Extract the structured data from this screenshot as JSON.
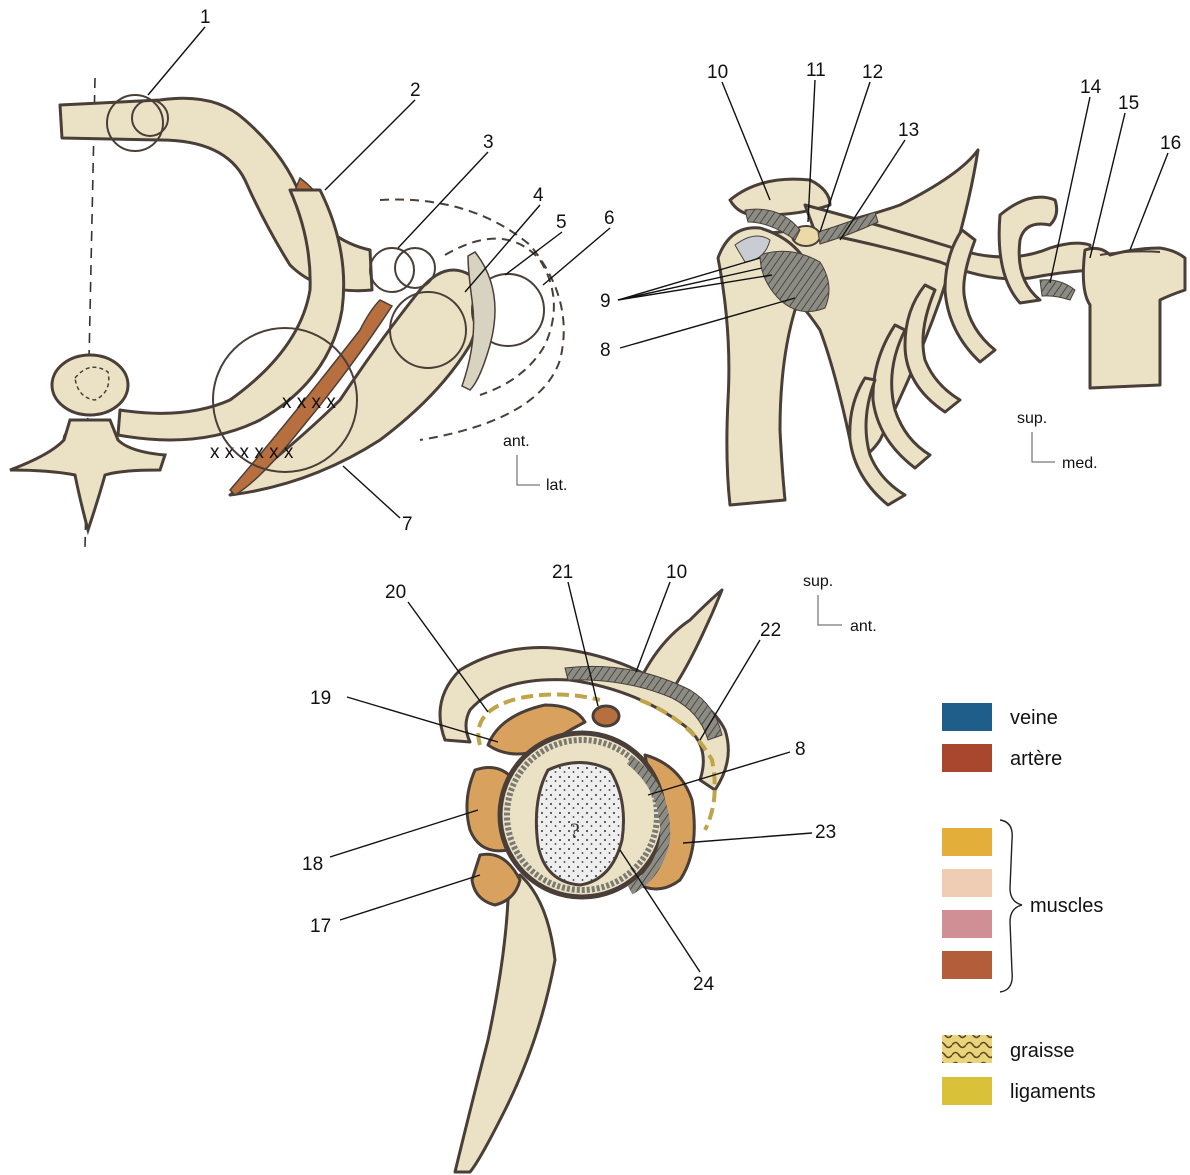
{
  "figure": {
    "top_left": {
      "labels": [
        "1",
        "2",
        "3",
        "4",
        "5",
        "6",
        "7"
      ],
      "orientation": {
        "vertical": "ant.",
        "horizontal": "lat."
      }
    },
    "top_right": {
      "labels": [
        "8",
        "9",
        "10",
        "11",
        "12",
        "13",
        "14",
        "15",
        "16"
      ],
      "orientation": {
        "vertical": "sup.",
        "horizontal": "med."
      }
    },
    "bottom": {
      "labels": [
        "17",
        "18",
        "19",
        "20",
        "21",
        "10",
        "22",
        "8",
        "23",
        "24"
      ],
      "orientation": {
        "vertical": "sup.",
        "horizontal": "ant."
      }
    }
  },
  "legend": {
    "items": [
      {
        "label": "veine",
        "color": "#1f5d8a"
      },
      {
        "label": "artère",
        "color": "#a8472e"
      }
    ],
    "muscle_swatches": [
      "#e4ae3b",
      "#efcdb4",
      "#cf8f95",
      "#b35d3a"
    ],
    "muscles_label": "muscles",
    "graisse_label": "graisse",
    "ligaments_label": "ligaments",
    "ligaments_color": "#d9c23a"
  }
}
